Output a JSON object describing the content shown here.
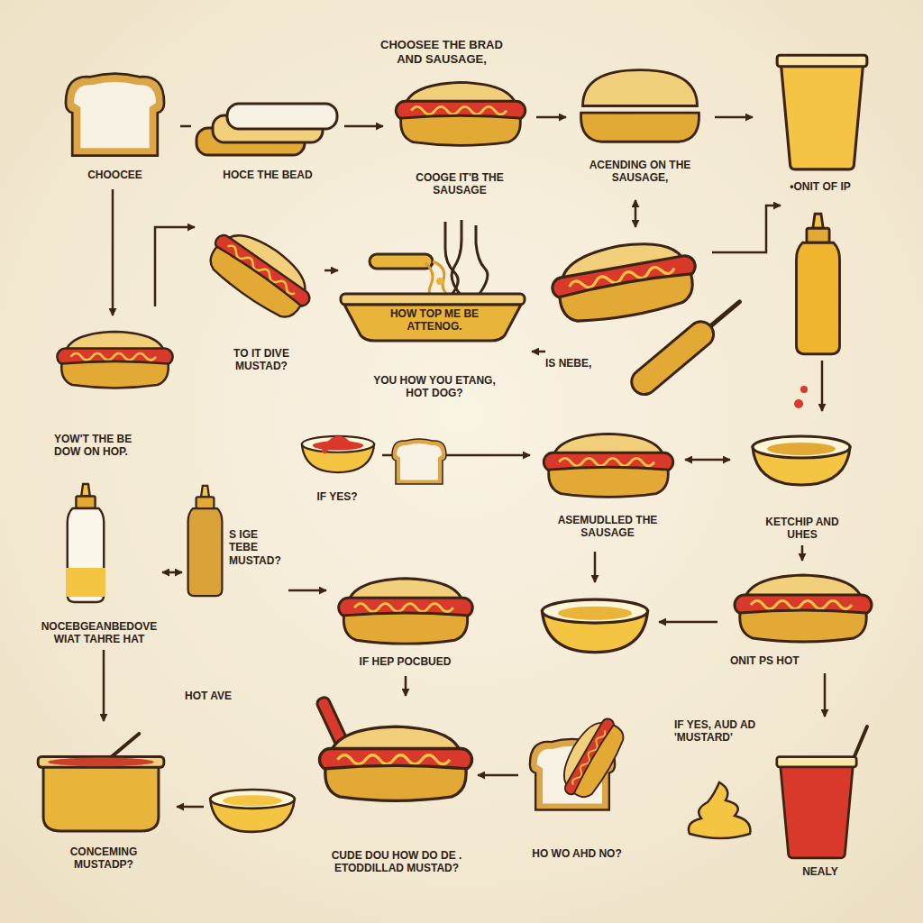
{
  "diagram": {
    "title": "CHOOSEE THE BRAD AND SAUSAGE,",
    "nodes": [
      {
        "text": [
          "CHOOCEE"
        ]
      },
      {
        "text": [
          "HOCE THE BEAD"
        ]
      },
      {
        "text": [
          "COOGE IT'B THE SAUSAGE"
        ]
      },
      {
        "text": [
          "ACENDING ON THE SAUSAGE,"
        ]
      },
      {
        "text": [
          "•ONIT OF IP"
        ]
      },
      {
        "text": [
          "TO IT DIVE MUSTAD?"
        ]
      },
      {
        "text": [
          "HOW TOP ME BE ATTENOG.",
          "YOU HOW YOU ETANG, HOT DOG?"
        ]
      },
      {
        "text": [
          "YOW'T THE BE DOW ON HOP."
        ]
      },
      {
        "text": [
          "IS NEBE,"
        ]
      },
      {
        "text": [
          "IF YES?"
        ]
      },
      {
        "text": [
          "ASEMUDLLED THE SAUSAGE"
        ]
      },
      {
        "text": [
          "KETCHIP AND UHES"
        ]
      },
      {
        "text": [
          "NOCEBGEANBEDOVE WIAT TAHRE HAT"
        ]
      },
      {
        "text": [
          "S IGE TEBE MUSTAD?"
        ]
      },
      {
        "text": [
          "IF HEP POCBUED"
        ]
      },
      {
        "text": [
          "ONIT PS HOT"
        ]
      },
      {
        "text": [
          "CONCEMING MUSTADP?"
        ]
      },
      {
        "text": [
          "CUDE DOU HOW DO DE . ETODDILLAD MUSTAD?"
        ]
      },
      {
        "text": [
          "HO WO AHD NO?"
        ]
      },
      {
        "text": [
          "NEALY"
        ]
      }
    ],
    "edges": [
      {
        "from": 0,
        "to": 1,
        "arrow": "none"
      },
      {
        "from": 1,
        "to": 2,
        "arrow": "to"
      },
      {
        "from": 2,
        "to": 3,
        "arrow": "to"
      },
      {
        "from": 3,
        "to": 4,
        "arrow": "to"
      },
      {
        "from": 0,
        "to": 7,
        "arrow": "to"
      },
      {
        "from": 5,
        "to": 6,
        "arrow": "to"
      },
      {
        "from": 8,
        "to": 6,
        "arrow": "to"
      },
      {
        "from": 9,
        "to": 10,
        "arrow": "to"
      },
      {
        "from": 10,
        "to": 11,
        "arrow": "both"
      },
      {
        "from": 12,
        "to": 13,
        "arrow": "both"
      },
      {
        "from": 12,
        "to": 16,
        "arrow": "to"
      },
      {
        "from": 13,
        "to": 14,
        "arrow": "to"
      },
      {
        "from": 11,
        "to": 15,
        "arrow": "to"
      },
      {
        "from": 15,
        "to": 19,
        "arrow": "to"
      },
      {
        "from": 14,
        "to": 17,
        "arrow": "to"
      },
      {
        "from": 18,
        "to": 17,
        "arrow": "to"
      }
    ],
    "labels": [
      "HOT AVE",
      "IF YES, AUD AD 'MUSTARD'"
    ]
  }
}
